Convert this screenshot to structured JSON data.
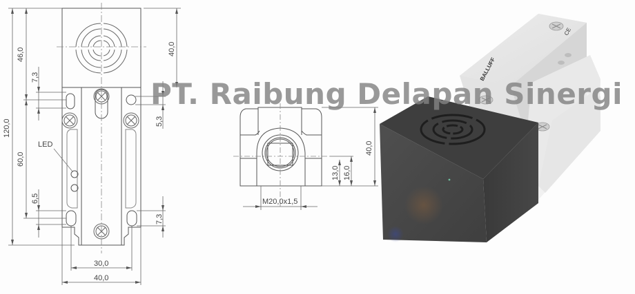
{
  "front_view": {
    "dimensions": {
      "overall_height": "120,0",
      "top_to_upper_hole": "46,0",
      "sensing_face_height": "40,0",
      "upper_slot_height": "7,3",
      "upper_right_hole_offset": "5,3",
      "hole_spacing": "60,0",
      "lower_slot_height": "6,5",
      "lower_right_slot_height": "7,3",
      "hole_pitch_width": "30,0",
      "overall_width": "40,0"
    },
    "led_label": "LED"
  },
  "side_view": {
    "dimensions": {
      "height": "40,0",
      "thread_center_13": "13,0",
      "thread_center_16": "16,0",
      "thread": "M20,0x1,5"
    }
  },
  "product_render": {
    "brand": "BALLUFF",
    "mark": "CE",
    "body_color": "#e4e4e4",
    "head_color": "#4a4a4a"
  },
  "watermark": {
    "text": "PT. Raibung Delapan Sinergi"
  }
}
